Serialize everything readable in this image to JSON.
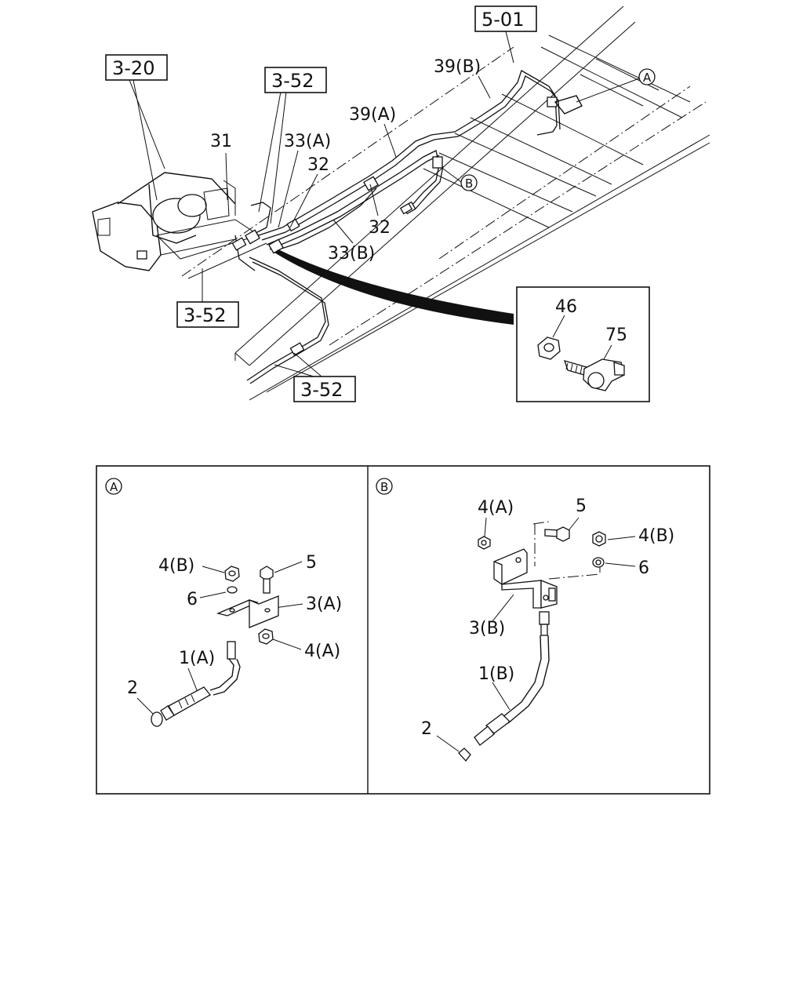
{
  "refs": {
    "r501": "5-01",
    "r320": "3-20",
    "r352_top": "3-52",
    "r352_mid": "3-52",
    "r352_bot": "3-52"
  },
  "main_labels": {
    "l39b": "39(B)",
    "l39a": "39(A)",
    "l31": "31",
    "l33a": "33(A)",
    "l32a": "32",
    "l32b": "32",
    "l33b": "33(B)",
    "callA": "A",
    "callB": "B"
  },
  "inset": {
    "l46": "46",
    "l75": "75"
  },
  "detail_a": {
    "marker": "A",
    "l4b": "4(B)",
    "l5": "5",
    "l6": "6",
    "l3a": "3(A)",
    "l4a": "4(A)",
    "l1a": "1(A)",
    "l2": "2"
  },
  "detail_b": {
    "marker": "B",
    "l4a": "4(A)",
    "l5": "5",
    "l4b": "4(B)",
    "l6": "6",
    "l3b": "3(B)",
    "l1b": "1(B)",
    "l2": "2"
  }
}
